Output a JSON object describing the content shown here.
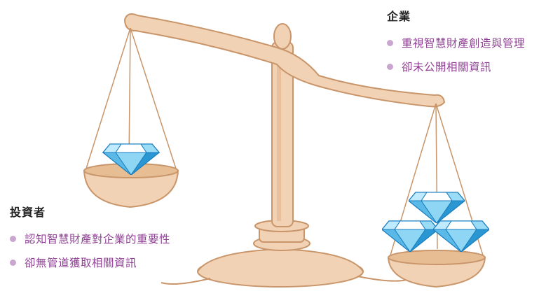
{
  "enterprise": {
    "title": "企業",
    "items": [
      {
        "label": "重視智慧財產創造與管理"
      },
      {
        "label": "卻未公開相關資訊"
      }
    ]
  },
  "investor": {
    "title": "投資者",
    "items": [
      {
        "label": "認知智慧財產對企業的重要性"
      },
      {
        "label": "卻無管道獲取相關資訊"
      }
    ]
  },
  "colors": {
    "scale_fill": "#f1d2b4",
    "scale_stroke": "#c9956a",
    "diamond": "#6fc8ee",
    "diamond_dark": "#1e8fce",
    "text_purple": "#8e3f93",
    "bullet": "#c9a6cf"
  },
  "illustration": {
    "left_pan_diamonds": 1,
    "right_pan_diamonds": 3
  }
}
